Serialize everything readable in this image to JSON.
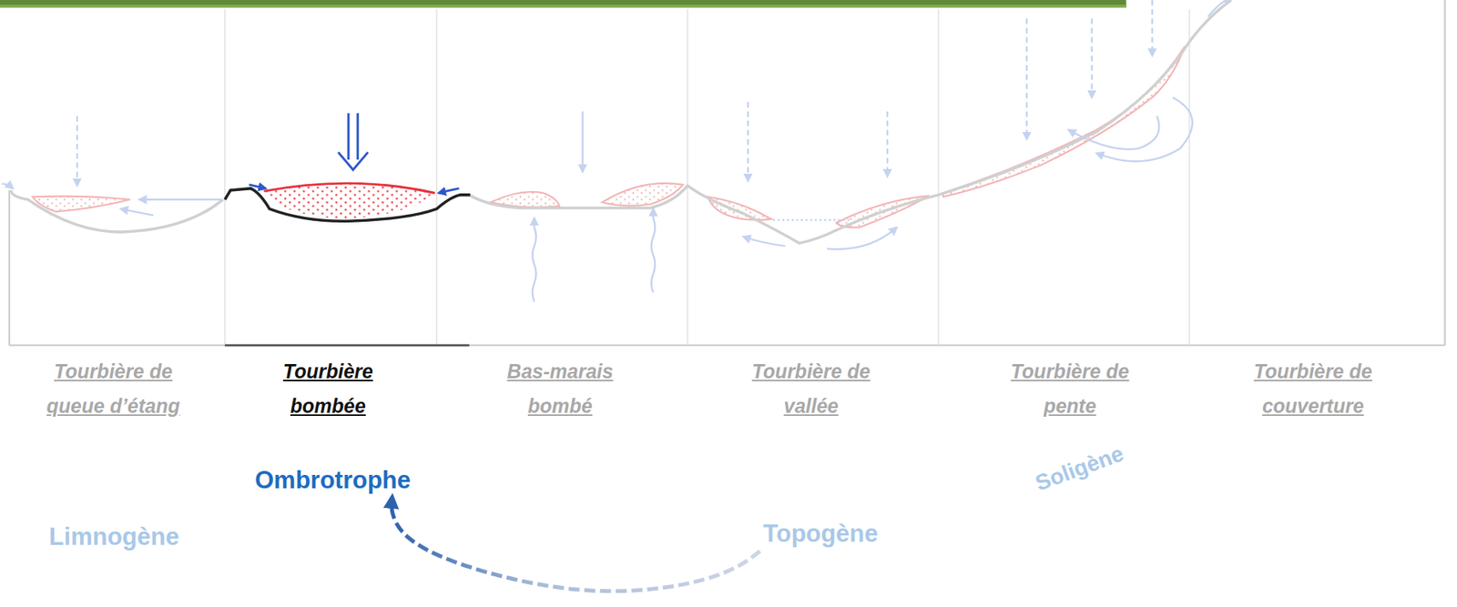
{
  "diagram": {
    "nodes": [
      {
        "text": [
          "Limnogène"
        ]
      },
      {
        "text": [
          "Ombrotrophe"
        ]
      },
      {
        "text": [
          "Topogène"
        ]
      },
      {
        "text": [
          "Soligène"
        ]
      }
    ],
    "edges": [
      {
        "from": 2,
        "to": 1,
        "arrow": "to"
      }
    ],
    "labels": [
      "Tourbière de queue d’étang",
      "Tourbière bombée",
      "Bas-marais bombé",
      "Tourbière de vallée",
      "Tourbière de pente",
      "Tourbière de couverture"
    ]
  }
}
